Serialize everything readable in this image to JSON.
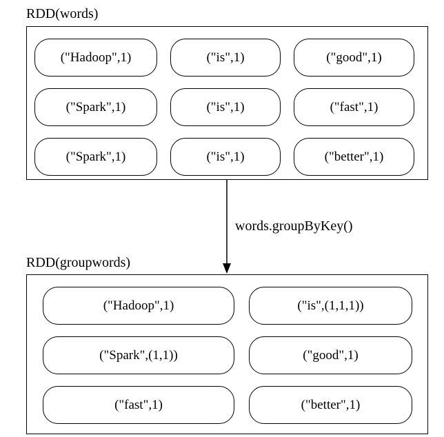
{
  "top": {
    "title": "RDD(words)",
    "items": [
      "(\"Hadoop\",1)",
      "(\"is\",1)",
      "(\"good\",1)",
      "(\"Spark\",1)",
      "(\"is\",1)",
      "(\"fast\",1)",
      "(\"Spark\",1)",
      "(\"is\",1)",
      "(\"better\",1)"
    ]
  },
  "operation": "words.groupByKey()",
  "bottom": {
    "title": "RDD(groupwords)",
    "items": [
      "(\"Hadoop\",1)",
      "(\"is\",(1,1,1))",
      "(\"Spark\",(1,1))",
      "(\"good\",1)",
      "(\"fast\",1)",
      "(\"better\",1)"
    ]
  }
}
